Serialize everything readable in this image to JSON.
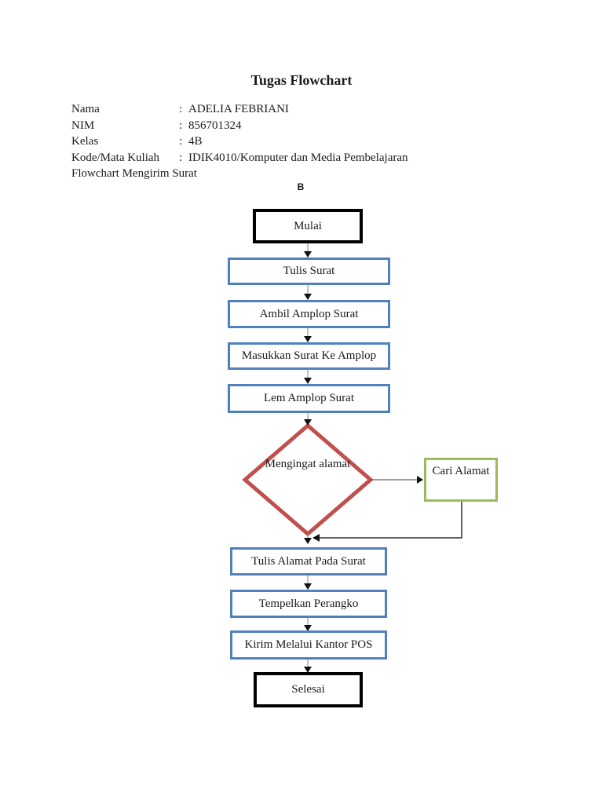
{
  "page": {
    "title": "Tugas Flowchart",
    "colon": ":",
    "info": [
      {
        "label": "Nama",
        "value": "ADELIA FEBRIANI"
      },
      {
        "label": "NIM",
        "value": "856701324"
      },
      {
        "label": "Kelas",
        "value": "4B"
      },
      {
        "label": "Kode/Mata Kuliah",
        "value": "IDIK4010/Komputer dan Media Pembelajaran"
      }
    ],
    "subtitle": "Flowchart Mengirim Surat",
    "section_label": "B"
  },
  "flowchart": {
    "nodes": {
      "start": {
        "label": "Mulai",
        "shape": "terminator"
      },
      "write_letter": {
        "label": "Tulis Surat",
        "shape": "process"
      },
      "take_envelope": {
        "label": "Ambil Amplop Surat",
        "shape": "process"
      },
      "insert_letter": {
        "label": "Masukkan Surat Ke Amplop",
        "shape": "process"
      },
      "seal_envelope": {
        "label": "Lem Amplop Surat",
        "shape": "process"
      },
      "remember_address": {
        "label": "Mengingat alamat",
        "shape": "decision"
      },
      "find_address": {
        "label": "Cari Alamat",
        "shape": "process-alt"
      },
      "write_address": {
        "label": "Tulis Alamat Pada Surat",
        "shape": "process"
      },
      "attach_stamp": {
        "label": "Tempelkan Perangko",
        "shape": "process"
      },
      "send_post": {
        "label": "Kirim Melalui Kantor POS",
        "shape": "process"
      },
      "end": {
        "label": "Selesai",
        "shape": "terminator"
      }
    },
    "edges": [
      {
        "from": "start",
        "to": "write_letter"
      },
      {
        "from": "write_letter",
        "to": "take_envelope"
      },
      {
        "from": "take_envelope",
        "to": "insert_letter"
      },
      {
        "from": "insert_letter",
        "to": "seal_envelope"
      },
      {
        "from": "seal_envelope",
        "to": "remember_address"
      },
      {
        "from": "remember_address",
        "to": "find_address"
      },
      {
        "from": "find_address",
        "to": "write_address"
      },
      {
        "from": "remember_address",
        "to": "write_address"
      },
      {
        "from": "write_address",
        "to": "attach_stamp"
      },
      {
        "from": "attach_stamp",
        "to": "send_post"
      },
      {
        "from": "send_post",
        "to": "end"
      }
    ],
    "colors": {
      "process_border": "#4F81BD",
      "decision_border": "#C0504D",
      "alt_border": "#9BBB59",
      "terminator_border": "#000000",
      "connector_line": "#9a9a9a",
      "elbow_line": "#2b2b2b",
      "arrowhead": "#111111"
    }
  }
}
